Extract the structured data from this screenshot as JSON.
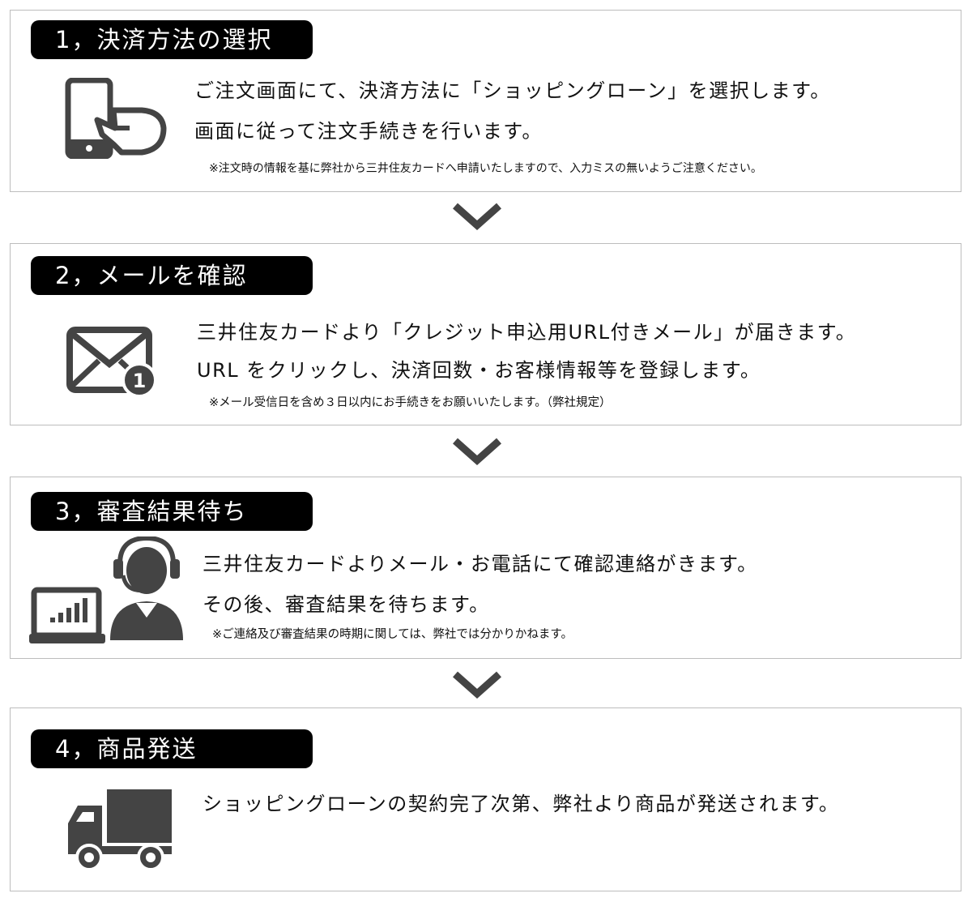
{
  "steps": [
    {
      "title": "1，決済方法の選択",
      "lines": [
        "ご注文画面にて、決済方法に「ショッピングローン」を選択します。",
        "画面に従って注文手続きを行います。"
      ],
      "note": "※注文時の情報を基に弊社から三井住友カードへ申請いたしますので、入力ミスの無いようご注意ください。",
      "icon": "smartphone-tap-icon"
    },
    {
      "title": "2，メールを確認",
      "lines": [
        "三井住友カードより「クレジット申込用URL付きメール」が届きます。",
        "URL をクリックし、決済回数・お客様情報等を登録します。"
      ],
      "note": "※メール受信日を含め３日以内にお手続きをお願いいたします。（弊社規定）",
      "icon": "mail-notification-icon",
      "badge": "1"
    },
    {
      "title": "3，審査結果待ち",
      "lines": [
        "三井住友カードよりメール・お電話にて確認連絡がきます。",
        "その後、審査結果を待ちます。"
      ],
      "note": "※ご連絡及び審査結果の時期に関しては、弊社では分かりかねます。",
      "icon": "operator-laptop-icon"
    },
    {
      "title": "4，商品発送",
      "lines": [
        "ショッピングローンの契約完了次第、弊社より商品が発送されます。"
      ],
      "icon": "truck-icon"
    }
  ]
}
